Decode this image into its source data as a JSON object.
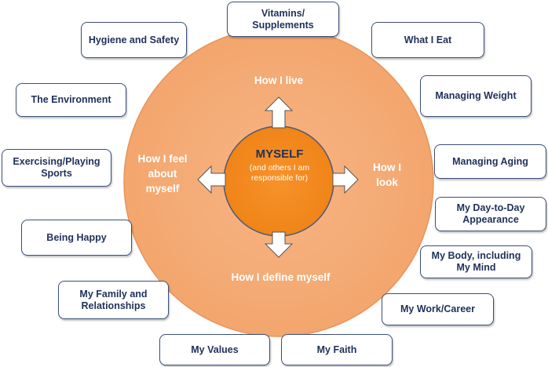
{
  "center": {
    "title": "MYSELF",
    "subtitle": "(and others I am responsible for)"
  },
  "ring_labels": {
    "top": "How I live",
    "left": "How I feel about myself",
    "right": "How I look",
    "bottom": "How I define myself"
  },
  "boxes": {
    "vitamins": "Vitamins/ Supplements",
    "hygiene": "Hygiene and Safety",
    "what_i_eat": "What I Eat",
    "environment": "The Environment",
    "managing_weight": "Managing Weight",
    "exercising": "Exercising/Playing Sports",
    "managing_aging": "Managing Aging",
    "day_to_day": "My Day-to-Day Appearance",
    "being_happy": "Being Happy",
    "my_body": "My Body, including My Mind",
    "family": "My Family and Relationships",
    "work": "My Work/Career",
    "values": "My Values",
    "faith": "My Faith"
  },
  "colors": {
    "outer_circle": "#f8b07c",
    "inner_circle": "#f58a1f",
    "box_border": "#3b4f7a",
    "box_text": "#1f3159",
    "arrow_fill": "#ffffff"
  }
}
